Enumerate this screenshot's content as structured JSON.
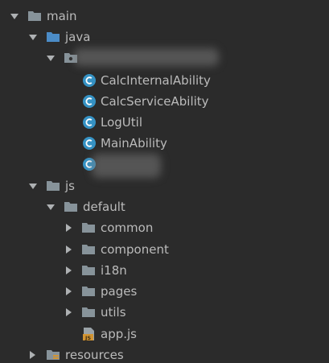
{
  "tree": {
    "main": {
      "label": "main"
    },
    "java": {
      "label": "java"
    },
    "java_files": [
      {
        "label": "CalcInternalAbility"
      },
      {
        "label": "CalcServiceAbility"
      },
      {
        "label": "LogUtil"
      },
      {
        "label": "MainAbility"
      }
    ],
    "js": {
      "label": "js"
    },
    "default": {
      "label": "default"
    },
    "default_folders": [
      {
        "label": "common"
      },
      {
        "label": "component"
      },
      {
        "label": "i18n"
      },
      {
        "label": "pages"
      },
      {
        "label": "utils"
      }
    ],
    "app_js": {
      "label": "app.js",
      "badge": "JS"
    },
    "resources": {
      "label": "resources"
    }
  },
  "icons": {
    "folder": "folder-icon",
    "java_source_folder": "folder-source-icon",
    "package": "package-icon",
    "class": "class-c-icon",
    "js_file": "js-file-icon",
    "resources_folder": "folder-resources-icon"
  },
  "colors": {
    "background": "#2b2b2b",
    "text": "#bbbbbb",
    "folder": "#87939a",
    "source_folder": "#4b8cc7",
    "class_circle": "#3592c4",
    "js_badge": "#d29432"
  }
}
